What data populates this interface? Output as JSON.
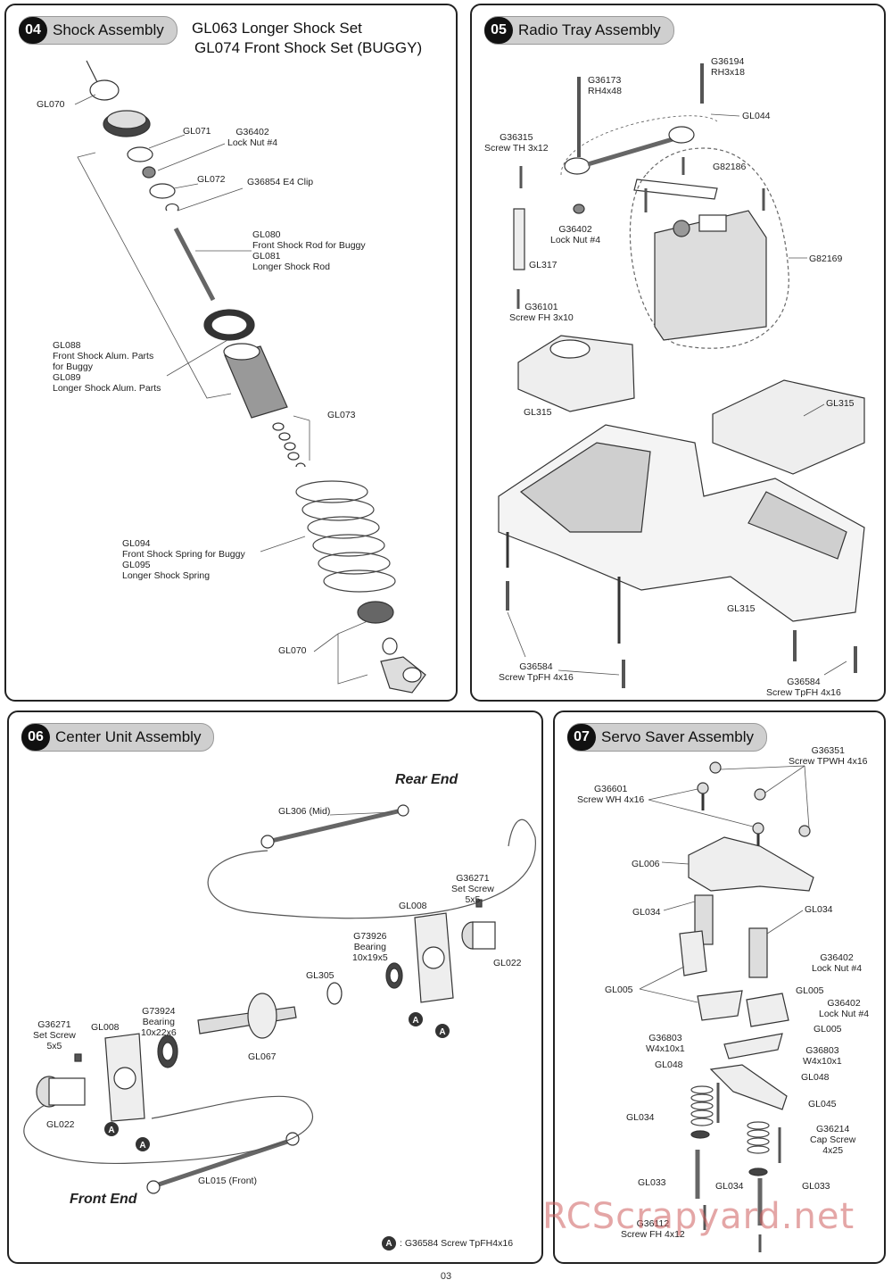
{
  "panels": {
    "p04": {
      "num": "04",
      "title": "Shock Assembly",
      "subtitle1": "GL063 Longer Shock Set",
      "subtitle2": "GL074 Front Shock Set (BUGGY)",
      "labels": {
        "gl070_top": "GL070",
        "gl071": "GL071",
        "g36402": "G36402\nLock Nut #4",
        "gl072": "GL072",
        "g36854": "G36854 E4 Clip",
        "gl080": "GL080\nFront Shock Rod for Buggy\nGL081\nLonger Shock Rod",
        "gl088": "GL088\nFront Shock Alum. Parts\nfor Buggy\nGL089\nLonger Shock Alum. Parts",
        "gl073": "GL073",
        "gl094": "GL094\nFront Shock Spring for Buggy\nGL095\nLonger Shock Spring",
        "gl070_bot": "GL070"
      }
    },
    "p05": {
      "num": "05",
      "title": "Radio Tray Assembly",
      "labels": {
        "g36173": "G36173\nRH4x48",
        "g36194": "G36194\nRH3x18",
        "gl044": "GL044",
        "g36315": "G36315\nScrew TH 3x12",
        "g82186": "G82186",
        "g36402": "G36402\nLock Nut #4",
        "gl317": "GL317",
        "g82169": "G82169",
        "g36101": "G36101\nScrew FH 3x10",
        "gl315_left": "GL315",
        "gl315_right": "GL315",
        "gl315_bottom": "GL315",
        "g36584_left": "G36584\nScrew TpFH 4x16",
        "g36584_right": "G36584\nScrew TpFH 4x16"
      }
    },
    "p06": {
      "num": "06",
      "title": "Center Unit Assembly",
      "rear_end": "Rear End",
      "front_end": "Front End",
      "labels": {
        "gl306": "GL306 (Mid)",
        "g36271_r": "G36271\nSet Screw\n5x5",
        "gl008_r": "GL008",
        "g73926": "G73926\nBearing\n10x19x5",
        "gl022_r": "GL022",
        "gl305": "GL305",
        "g73924": "G73924\nBearing\n10x22x6",
        "gl008_l": "GL008",
        "g36271_l": "G36271\nSet Screw\n5x5",
        "gl067": "GL067",
        "gl022_l": "GL022",
        "gl015": "GL015 (Front)"
      },
      "legend_mark": "A",
      "legend_text": ": G36584  Screw TpFH4x16"
    },
    "p07": {
      "num": "07",
      "title": "Servo Saver Assembly",
      "labels": {
        "g36351": "G36351\nScrew TPWH 4x16",
        "g36601": "G36601\nScrew WH 4x16",
        "gl006": "GL006",
        "gl034_l": "GL034",
        "gl034_r": "GL034",
        "g36402_a": "G36402\nLock Nut #4",
        "gl005_a": "GL005",
        "gl005_b": "GL005",
        "g36402_b": "G36402\nLock Nut #4",
        "g36803_l": "G36803\nW4x10x1",
        "gl005_c": "GL005",
        "g36803_r": "G36803\nW4x10x1",
        "gl048_l": "GL048",
        "gl048_r": "GL048",
        "gl045": "GL045",
        "gl034_b": "GL034",
        "g36214": "G36214\nCap Screw\n4x25",
        "gl033_l": "GL033",
        "gl034_c": "GL034",
        "gl033_r": "GL033",
        "g36112": "G36112\nScrew FH 4x12"
      }
    }
  },
  "watermark": "RCScrapyard.net",
  "page_number": "03"
}
